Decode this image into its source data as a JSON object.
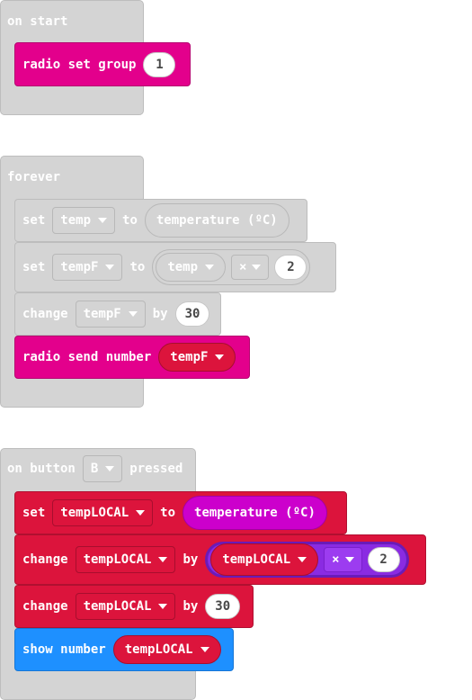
{
  "on_start": {
    "header": "on start",
    "radio_set_group": {
      "label": "radio set group",
      "value": "1"
    }
  },
  "forever": {
    "header": "forever",
    "set_temp": {
      "set": "set",
      "var": "temp",
      "to": "to",
      "value": "temperature (ºC)"
    },
    "set_tempF": {
      "set": "set",
      "var": "tempF",
      "to": "to",
      "left": "temp",
      "op": "×",
      "right": "2"
    },
    "change_tempF": {
      "change": "change",
      "var": "tempF",
      "by": "by",
      "value": "30"
    },
    "radio_send": {
      "label": "radio send number",
      "var": "tempF"
    }
  },
  "on_button": {
    "header_pre": "on button",
    "button": "B",
    "header_post": "pressed",
    "set_local": {
      "set": "set",
      "var": "tempLOCAL",
      "to": "to",
      "value": "temperature (ºC)"
    },
    "change_local_1": {
      "change": "change",
      "var": "tempLOCAL",
      "by": "by",
      "left": "tempLOCAL",
      "op": "×",
      "right": "2"
    },
    "change_local_2": {
      "change": "change",
      "var": "tempLOCAL",
      "by": "by",
      "value": "30"
    },
    "show_number": {
      "label": "show number",
      "var": "tempLOCAL"
    }
  },
  "colors": {
    "event_gray": "#d4d4d4",
    "radio_pink": "#e3008c",
    "variables_red": "#dc143c",
    "input_magenta": "#cc00cc",
    "math_purple": "#8a2be2",
    "basic_blue": "#1e90ff"
  }
}
